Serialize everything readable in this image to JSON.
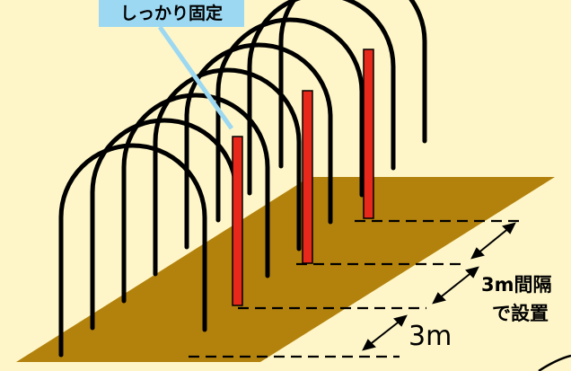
{
  "callout": {
    "label": "しっかり固定",
    "color": "#9CD8F2"
  },
  "spacing_label": {
    "line1": "3m間隔",
    "line2": "で設置"
  },
  "distance_label": "3m",
  "colors": {
    "background": "#FEF6C8",
    "ground": "#B3820D",
    "arch": "#000000",
    "stake": "#E8281A"
  },
  "icons": [
    "double-arrow-icon"
  ]
}
